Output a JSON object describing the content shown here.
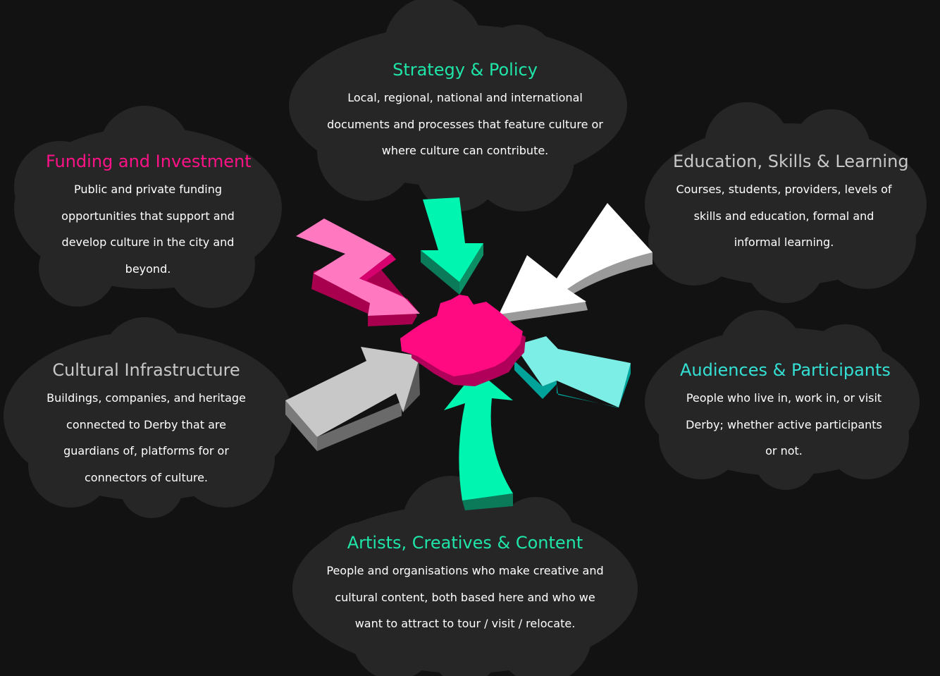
{
  "colors": {
    "background": "#121212",
    "cloud": "#262626",
    "green": "#1fe5a8",
    "pink": "#ff1287",
    "grey_title": "#c8c8c8",
    "teal": "#34e0d4"
  },
  "center": {
    "color": "#ff0a80"
  },
  "nodes": [
    {
      "id": "strategy",
      "title": "Strategy & Policy",
      "description": "Local, regional, national and international documents and processes that feature culture or where culture can contribute.",
      "title_color": "#1fe5a8",
      "arrow": "green-short-down-arrow"
    },
    {
      "id": "funding",
      "title": "Funding and Investment",
      "description": "Public and private funding opportunities that support and develop culture in the city and beyond.",
      "title_color": "#ff1287",
      "arrow": "pink-zigzag-arrow"
    },
    {
      "id": "education",
      "title": "Education, Skills & Learning",
      "description": "Courses, students, providers, levels of skills and education, formal and informal learning.",
      "title_color": "#c8c8c8",
      "arrow": "white-curved-arrow"
    },
    {
      "id": "infrastructure",
      "title": "Cultural Infrastructure",
      "description": "Buildings, companies, and heritage connected to Derby that are guardians of, platforms for or connectors of culture.",
      "title_color": "#c8c8c8",
      "arrow": "grey-block-arrow"
    },
    {
      "id": "audiences",
      "title": "Audiences & Participants",
      "description": "People who live in, work in, or visit Derby; whether active participants or not.",
      "title_color": "#34e0d4",
      "arrow": "teal-block-arrow"
    },
    {
      "id": "artists",
      "title": "Artists, Creatives & Content",
      "description": "People and organisations who make creative and cultural content, both based here and who we want to attract to tour / visit / relocate.",
      "title_color": "#1fe5a8",
      "arrow": "green-curved-up-arrow"
    }
  ]
}
